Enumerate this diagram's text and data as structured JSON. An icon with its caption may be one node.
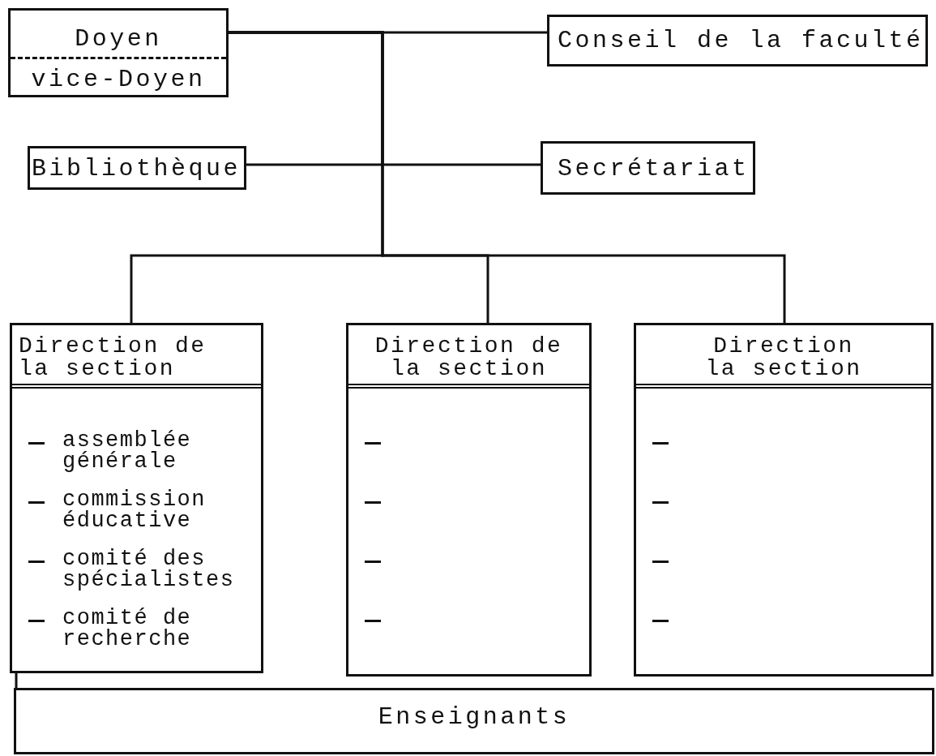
{
  "diagram": {
    "nodes": [
      {
        "text": [
          "Doyen",
          "vice-Doyen"
        ]
      },
      {
        "text": [
          "Conseil de la faculté"
        ]
      },
      {
        "text": [
          "Bibliothèque"
        ]
      },
      {
        "text": [
          "Secrétariat"
        ]
      },
      {
        "text": [
          "Direction de la section",
          "assemblée générale",
          "commission éducative",
          "comité des spécialistes",
          "comité de recherche"
        ]
      },
      {
        "text": [
          "Direction de la section"
        ]
      },
      {
        "text": [
          "Direction la section"
        ]
      },
      {
        "text": [
          "Enseignants"
        ]
      }
    ],
    "edges": [
      {
        "from": 0,
        "to": 1,
        "arrow": "none"
      },
      {
        "from": 0,
        "to": 2,
        "arrow": "none"
      },
      {
        "from": 0,
        "to": 3,
        "arrow": "none"
      },
      {
        "from": 0,
        "to": 4,
        "arrow": "none"
      },
      {
        "from": 0,
        "to": 5,
        "arrow": "none"
      },
      {
        "from": 0,
        "to": 6,
        "arrow": "none"
      },
      {
        "from": 4,
        "to": 7,
        "arrow": "none"
      }
    ]
  }
}
